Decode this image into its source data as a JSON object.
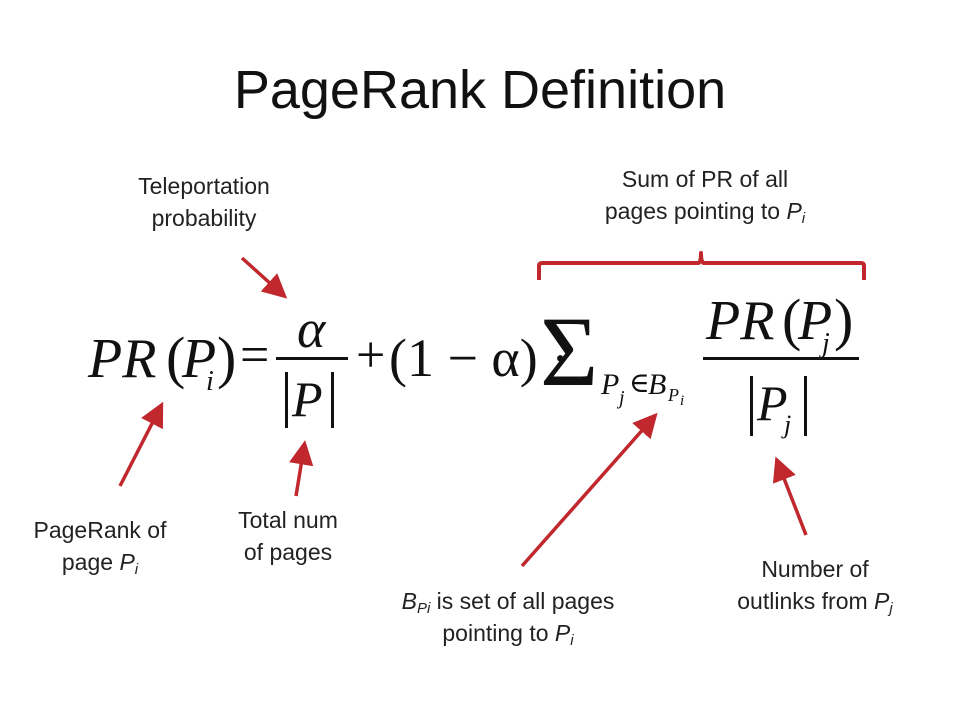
{
  "title": "PageRank Definition",
  "formula": {
    "lhs_pr": "PR",
    "lhs_open": "(",
    "lhs_p": "P",
    "lhs_sub": "i",
    "lhs_close": ")",
    "equals": "=",
    "alpha": "α",
    "abs_p": "P",
    "plus": "+",
    "one_minus_alpha": "(1 − α) ·",
    "sigma": "Σ",
    "sum_sub_p": "P",
    "sum_sub_j": "j",
    "sum_sub_in": "∈",
    "sum_sub_b": "B",
    "sum_sub_bp": "P",
    "sum_sub_bi": "i",
    "num_pr": "PR",
    "num_open": "(",
    "num_p": "P",
    "num_sub": "j",
    "num_close": ")",
    "den_p": "P",
    "den_sub": "j"
  },
  "annotations": {
    "teleport": {
      "line1": "Teleportation",
      "line2": "probability"
    },
    "sum_pr": {
      "line1": "Sum of PR of all",
      "line2_text": "pages pointing to ",
      "line2_sym": "P",
      "line2_sub": "i"
    },
    "pagerank": {
      "line1": "PageRank of",
      "line2_text": "page ",
      "line2_sym": "P",
      "line2_sub": "i"
    },
    "total": {
      "line1": "Total num",
      "line2": "of pages"
    },
    "bset": {
      "sym": "B",
      "sub": "Pi",
      "line1_text": " is set of all pages",
      "line2_text": "pointing to ",
      "line2_sym": "P",
      "line2_sub": "i"
    },
    "outlinks": {
      "line1": "Number of",
      "line2_text": "outlinks from ",
      "line2_sym": "P",
      "line2_sub": "j"
    }
  },
  "colors": {
    "annotation_red": "#C0282D",
    "text": "#111111"
  }
}
